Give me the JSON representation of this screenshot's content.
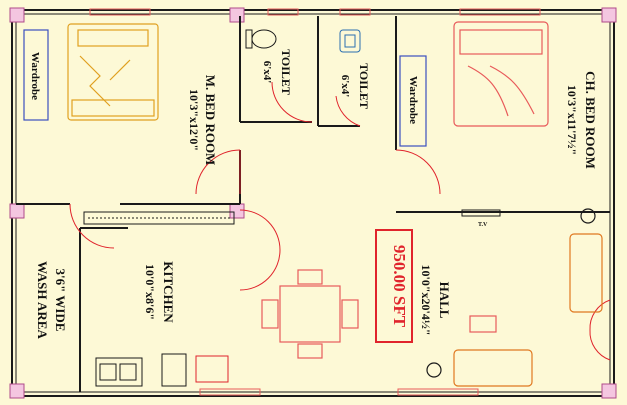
{
  "rooms": {
    "master_bed": {
      "name": "M. BED ROOM",
      "size": "10'3\"x12'0\""
    },
    "toilet_1": {
      "name": "TOILET",
      "size": "6'x4'"
    },
    "toilet_2": {
      "name": "TOILET",
      "size": "6'x4'"
    },
    "children_bed": {
      "name": "CH. BED ROOM",
      "size": "10'3\"x11'7½\""
    },
    "kitchen": {
      "name": "KITCHEN",
      "size": "10'0\"x8'6\""
    },
    "wash_area": {
      "line1": "3'6\" WIDE",
      "line2": "WASH AREA"
    },
    "hall": {
      "name": "HALL",
      "size": "10'0\"x20'4½\""
    }
  },
  "wardrobe_1": "Wardrobe",
  "wardrobe_2": "Wardrobe",
  "tv_label": "T.V",
  "area_badge": "950.00 SFT",
  "colors": {
    "background": "#fdf9d6",
    "wall": "#1a1a1a",
    "accent_red": "#e0242c",
    "furniture_red": "#e85a5a",
    "wardrobe_blue": "#3a4fbf",
    "sofa_orange": "#e07820",
    "bed_orange": "#e0a020"
  }
}
